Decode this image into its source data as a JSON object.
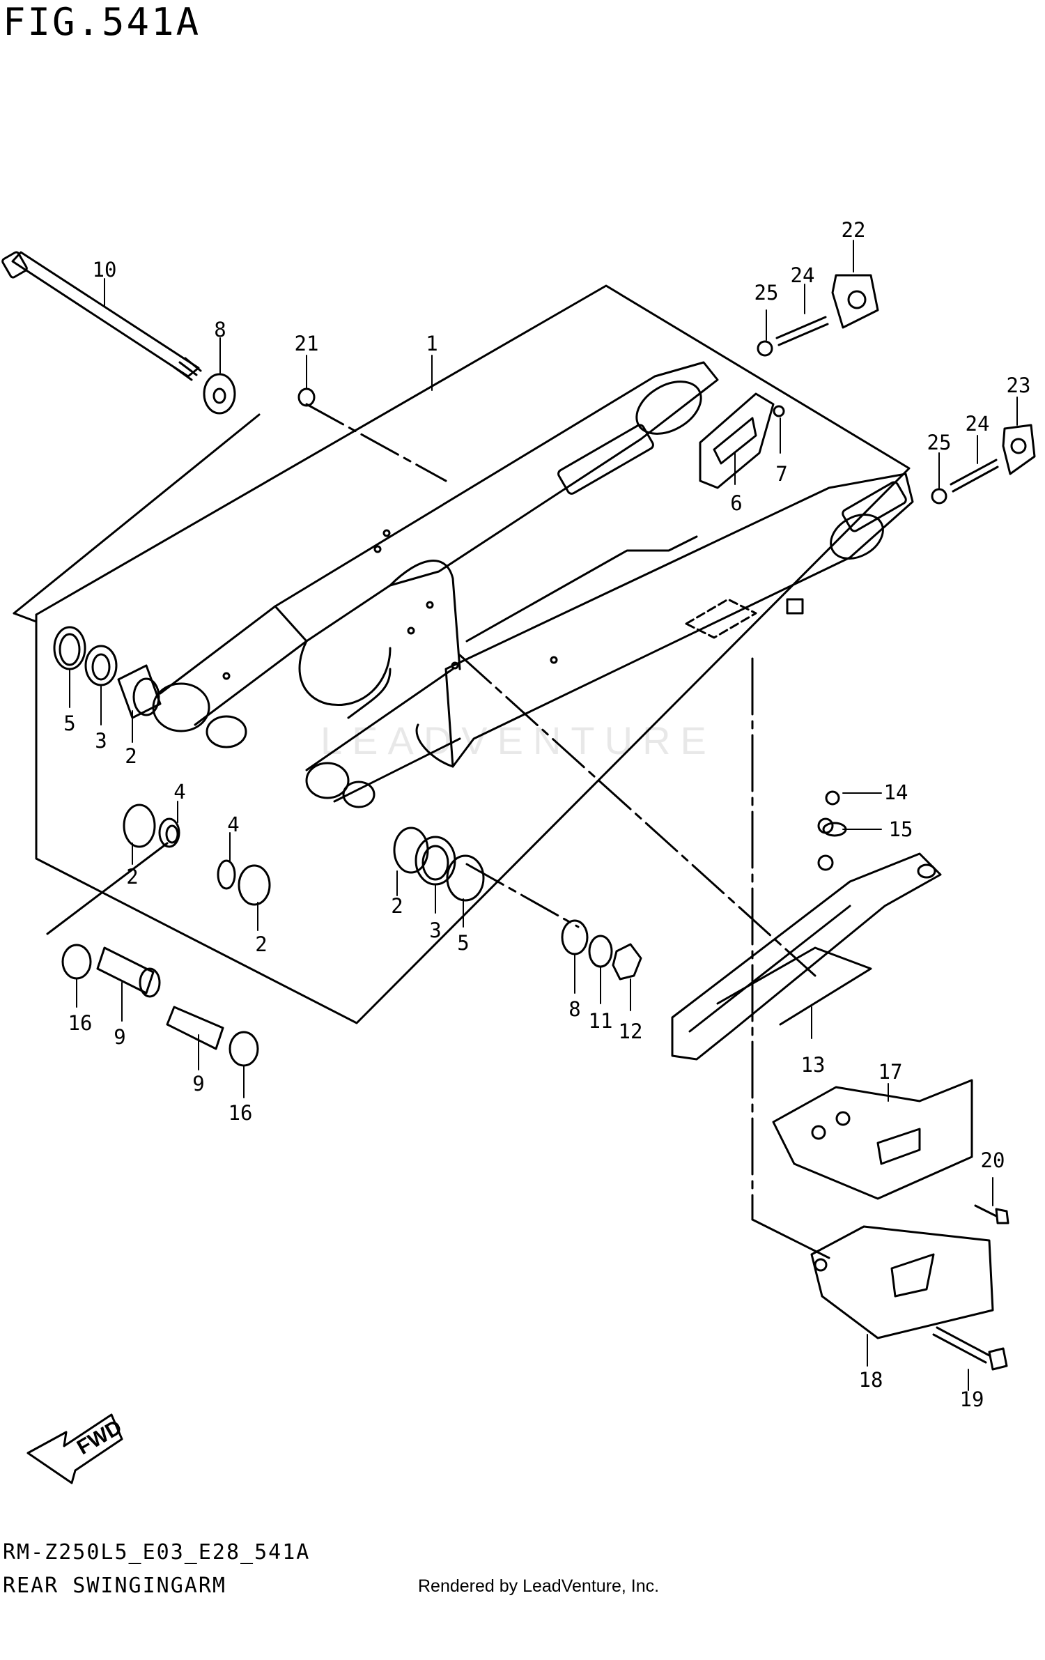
{
  "figure": {
    "title": "FIG.541A",
    "code": "RM-Z250L5_E03_E28_541A",
    "name": "REAR SWINGINGARM",
    "credit": "Rendered by LeadVenture, Inc.",
    "watermark": "LEADVENTURE",
    "fwd_label": "FWD"
  },
  "callouts": [
    {
      "label": "10",
      "part": "pivot-shaft"
    },
    {
      "label": "8",
      "part": "washer"
    },
    {
      "label": "21",
      "part": "nut"
    },
    {
      "label": "1",
      "part": "swingarm"
    },
    {
      "label": "22",
      "part": "chain-adjuster-left"
    },
    {
      "label": "25",
      "part": "nut"
    },
    {
      "label": "24",
      "part": "adjuster-bolt"
    },
    {
      "label": "23",
      "part": "chain-adjuster-right"
    },
    {
      "label": "25",
      "part": "nut"
    },
    {
      "label": "24",
      "part": "adjuster-bolt"
    },
    {
      "label": "7",
      "part": "screw"
    },
    {
      "label": "6",
      "part": "plate"
    },
    {
      "label": "5",
      "part": "oil-seal"
    },
    {
      "label": "3",
      "part": "thrust-washer"
    },
    {
      "label": "2",
      "part": "needle-bearing"
    },
    {
      "label": "4",
      "part": "snap-ring"
    },
    {
      "label": "2",
      "part": "needle-bearing"
    },
    {
      "label": "4",
      "part": "snap-ring"
    },
    {
      "label": "2",
      "part": "needle-bearing"
    },
    {
      "label": "2",
      "part": "needle-bearing"
    },
    {
      "label": "3",
      "part": "thrust-washer"
    },
    {
      "label": "5",
      "part": "oil-seal"
    },
    {
      "label": "8",
      "part": "washer"
    },
    {
      "label": "11",
      "part": "washer"
    },
    {
      "label": "12",
      "part": "nut"
    },
    {
      "label": "16",
      "part": "washer"
    },
    {
      "label": "9",
      "part": "spacer"
    },
    {
      "label": "9",
      "part": "spacer"
    },
    {
      "label": "16",
      "part": "washer"
    },
    {
      "label": "14",
      "part": "screw"
    },
    {
      "label": "15",
      "part": "washer"
    },
    {
      "label": "13",
      "part": "chain-buffer"
    },
    {
      "label": "17",
      "part": "chain-guide"
    },
    {
      "label": "20",
      "part": "bolt"
    },
    {
      "label": "18",
      "part": "chain-guide-bracket"
    },
    {
      "label": "19",
      "part": "bolt"
    }
  ]
}
